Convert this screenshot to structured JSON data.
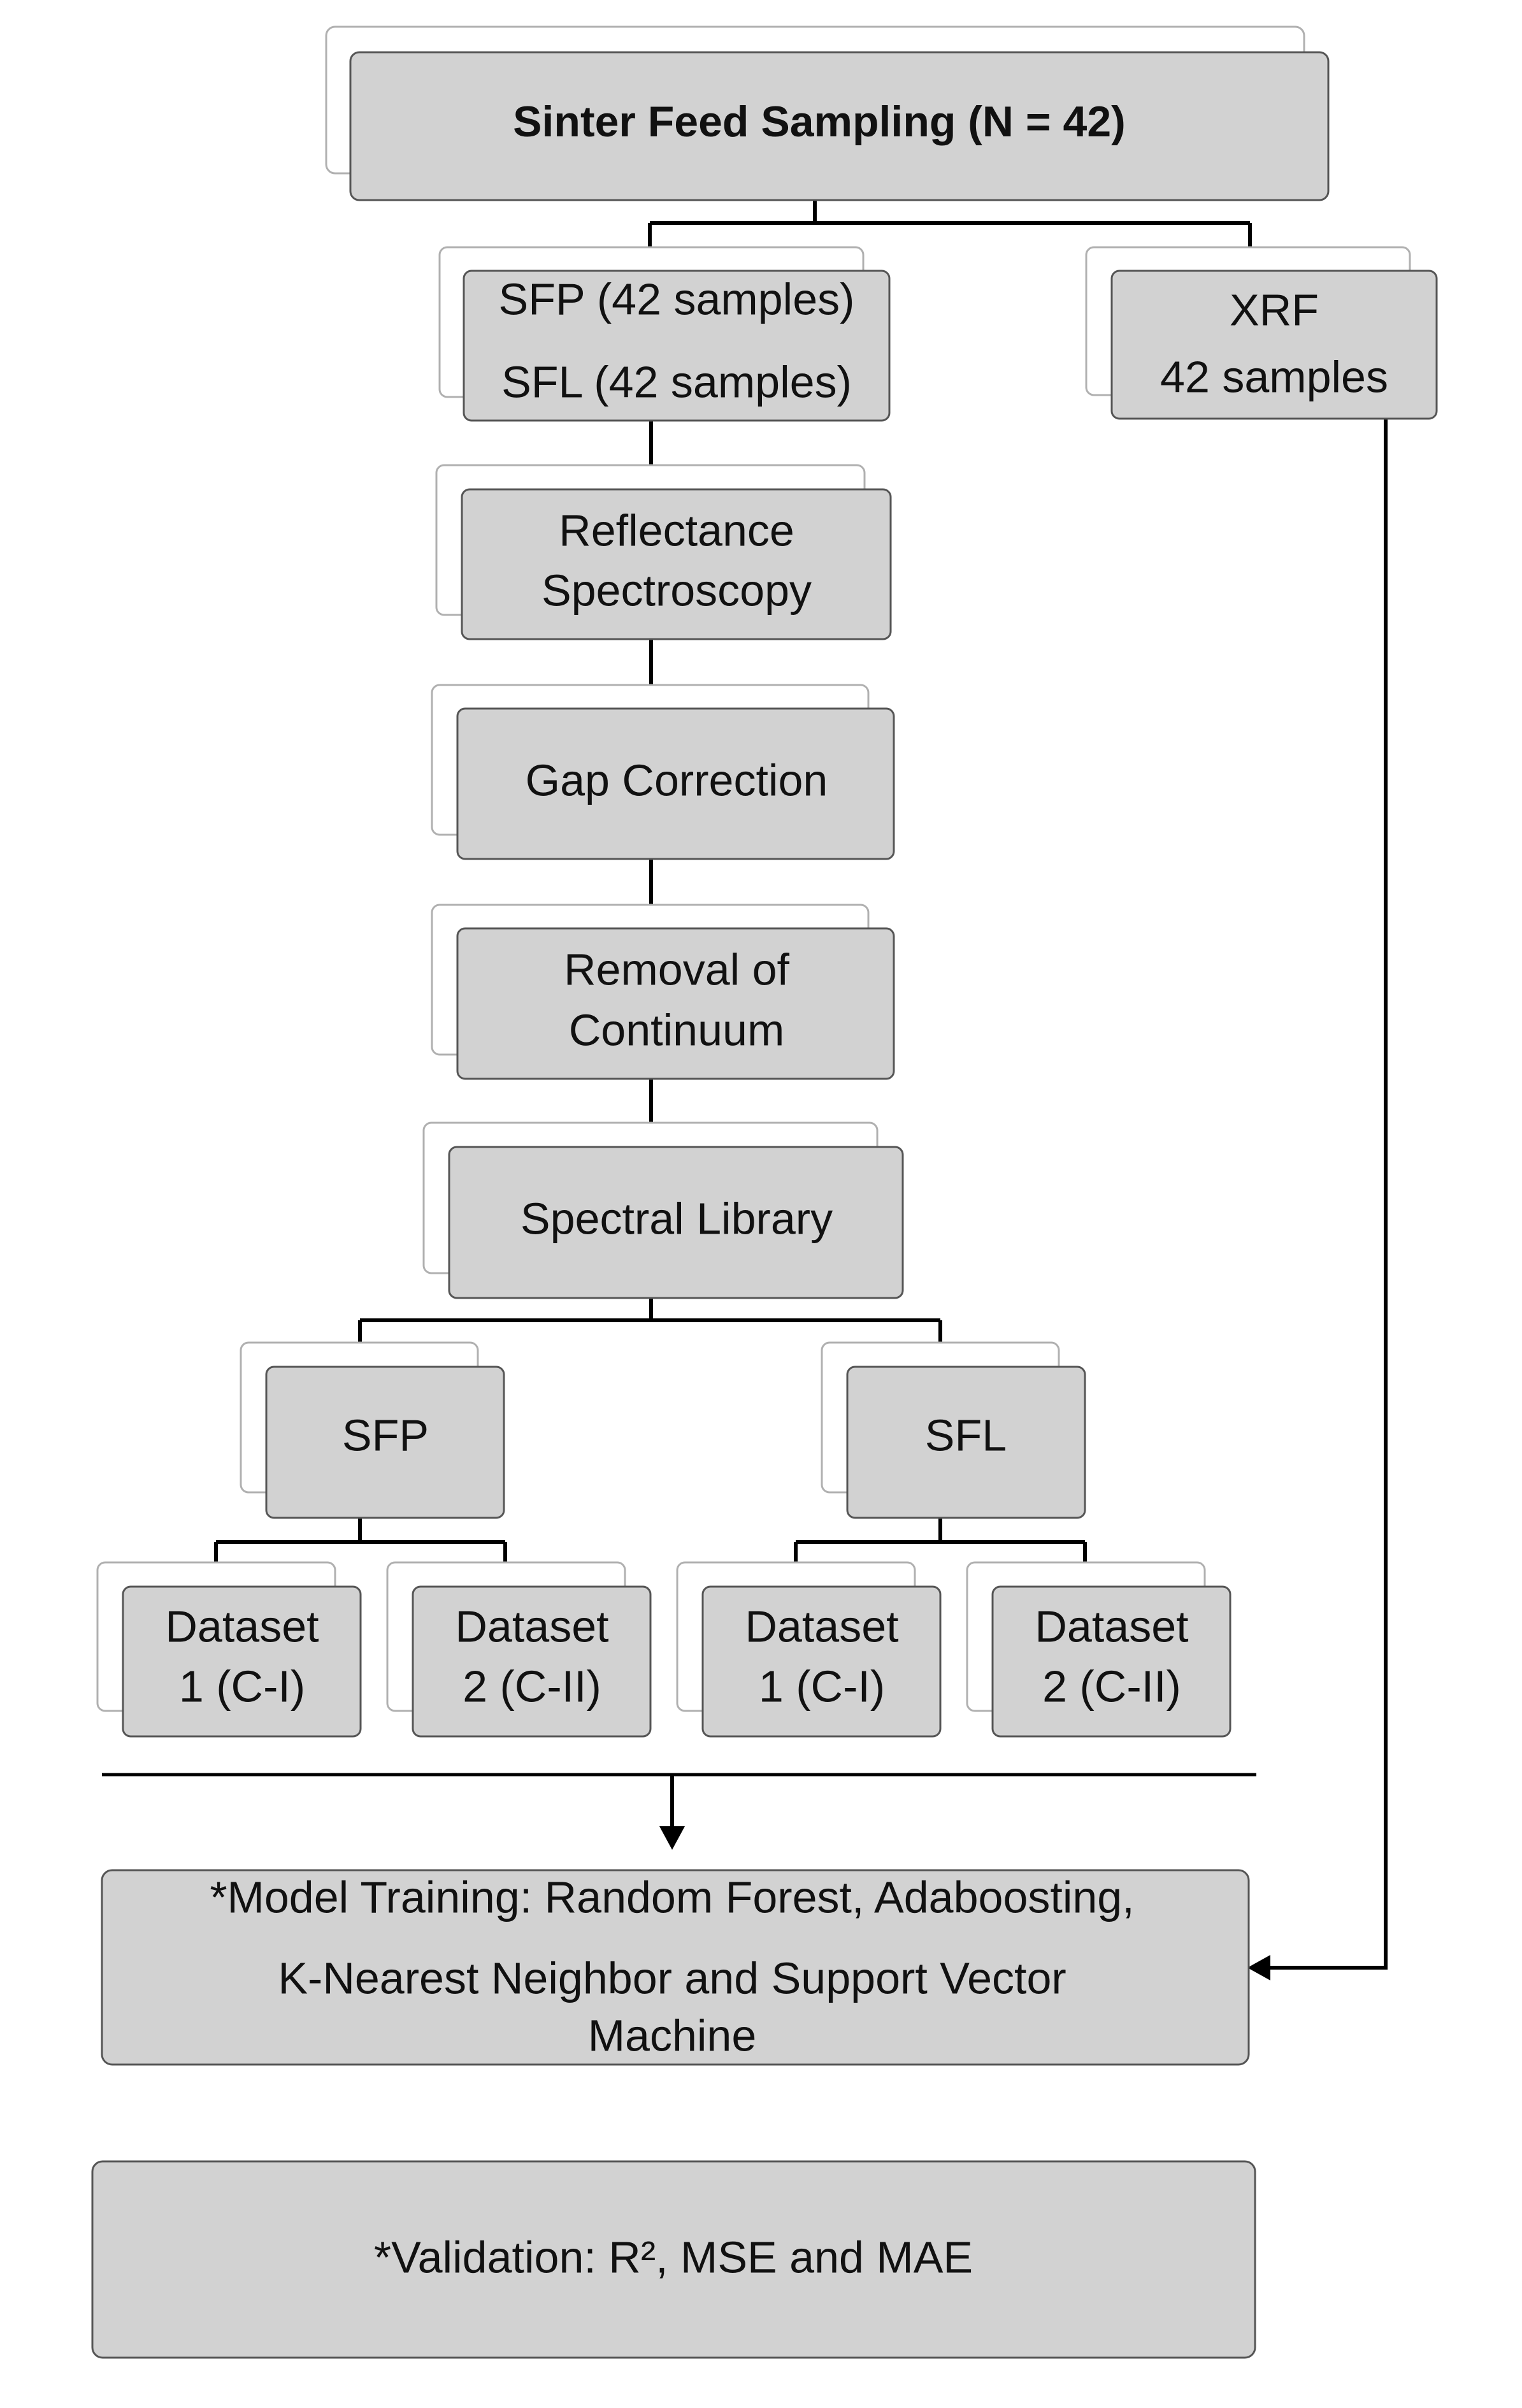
{
  "diagram": {
    "top": {
      "title": "Sinter Feed Sampling (N = 42)"
    },
    "samples": {
      "line1": "SFP (42 samples)",
      "line2": "SFL (42 samples)"
    },
    "xrf": {
      "line1": "XRF",
      "line2": "42 samples"
    },
    "reflectance": {
      "line1": "Reflectance",
      "line2": "Spectroscopy"
    },
    "gap": {
      "label": "Gap Correction"
    },
    "continuum": {
      "line1": "Removal of",
      "line2": "Continuum"
    },
    "library": {
      "label": "Spectral Library"
    },
    "sfp": {
      "label": "SFP"
    },
    "sfl": {
      "label": "SFL"
    },
    "sfp_dataset1": {
      "line1": "Dataset",
      "line2": "1 (C-I)"
    },
    "sfp_dataset2": {
      "line1": "Dataset",
      "line2": "2 (C-II)"
    },
    "sfl_dataset1": {
      "line1": "Dataset",
      "line2": "1 (C-I)"
    },
    "sfl_dataset2": {
      "line1": "Dataset",
      "line2": "2 (C-II)"
    },
    "model": {
      "line1": "*Model Training:  Random Forest, Adaboosting,",
      "line2": "K-Nearest Neighbor and Support Vector",
      "line3": "Machine"
    },
    "validation": {
      "label": "*Validation: R², MSE and MAE"
    }
  }
}
